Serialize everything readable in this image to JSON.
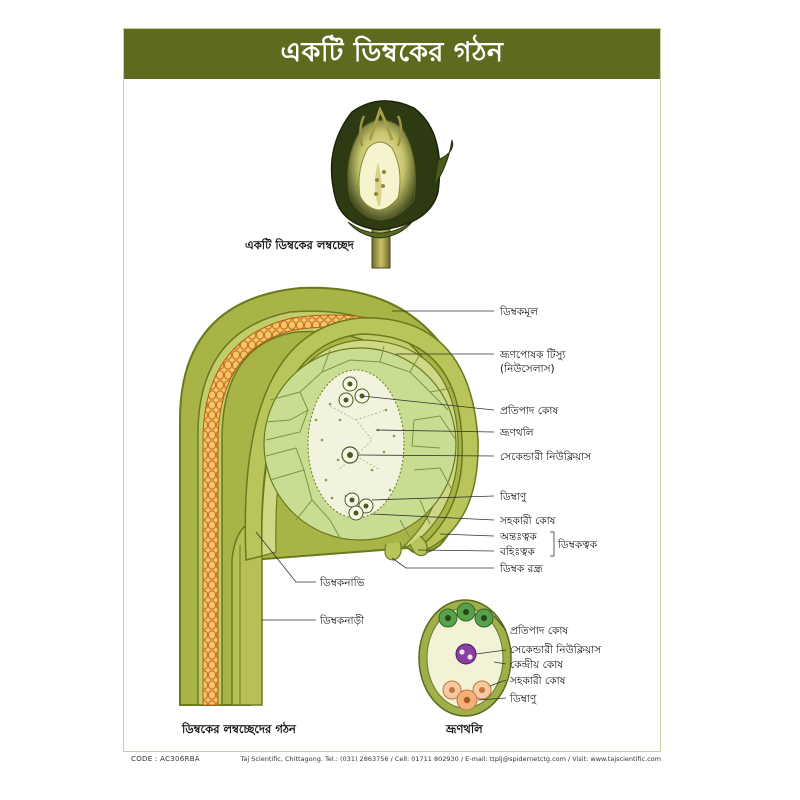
{
  "title": "একটি ডিম্বকের গঠন",
  "photo_caption": "একটি ডিম্বকের লম্বচ্ছেদ",
  "main_labels": {
    "integument_body": "ডিম্বকমূল",
    "nucellus_line1": "ভ্রূণপোষক টিস্যু",
    "nucellus_line2": "(নিউসেলাস)",
    "antipodal": "প্রতিপাদ কোষ",
    "embryo_sac": "ভ্রূণথলি",
    "secondary_nucleus": "সেকেন্ডারী নিউক্লিয়াস",
    "egg": "ডিম্বাণু",
    "synergid": "সহকারী কোষ",
    "inner_integument": "অন্তঃত্বক",
    "outer_integument": "বহিঃত্বক",
    "integument_group": "ডিম্বকত্বক",
    "micropyle": "ডিম্বক রন্ধ্র",
    "hilum": "ডিম্বকনাভি",
    "funiculus": "ডিম্বকনাড়ী"
  },
  "main_caption": "ডিম্বকের লম্বচ্ছেদের গঠন",
  "sac_labels": {
    "antipodal": "প্রতিপাদ কোষ",
    "secondary_nucleus": "সেকেন্ডারী নিউক্লিয়াস",
    "central": "কেন্দ্রীয় কোষ",
    "synergid": "সহকারী কোষ",
    "egg": "ডিম্বাণু"
  },
  "sac_caption": "ভ্রূণথলি",
  "footer": {
    "code": "CODE : AC306RBA",
    "contact": "Taj Scientific, Chittagong. Tel.: (031) 2863756 / Cell: 01711 802930 / E-mail: ttplj@spidernetctg.com / Visit: www.tajscientific.com"
  },
  "colors": {
    "title_bar": "#5d6b1f",
    "integument": "#a9b447",
    "nucellus": "#c9dd92",
    "embryo_sac": "#f2f3df",
    "vascular": "#e8902a"
  }
}
